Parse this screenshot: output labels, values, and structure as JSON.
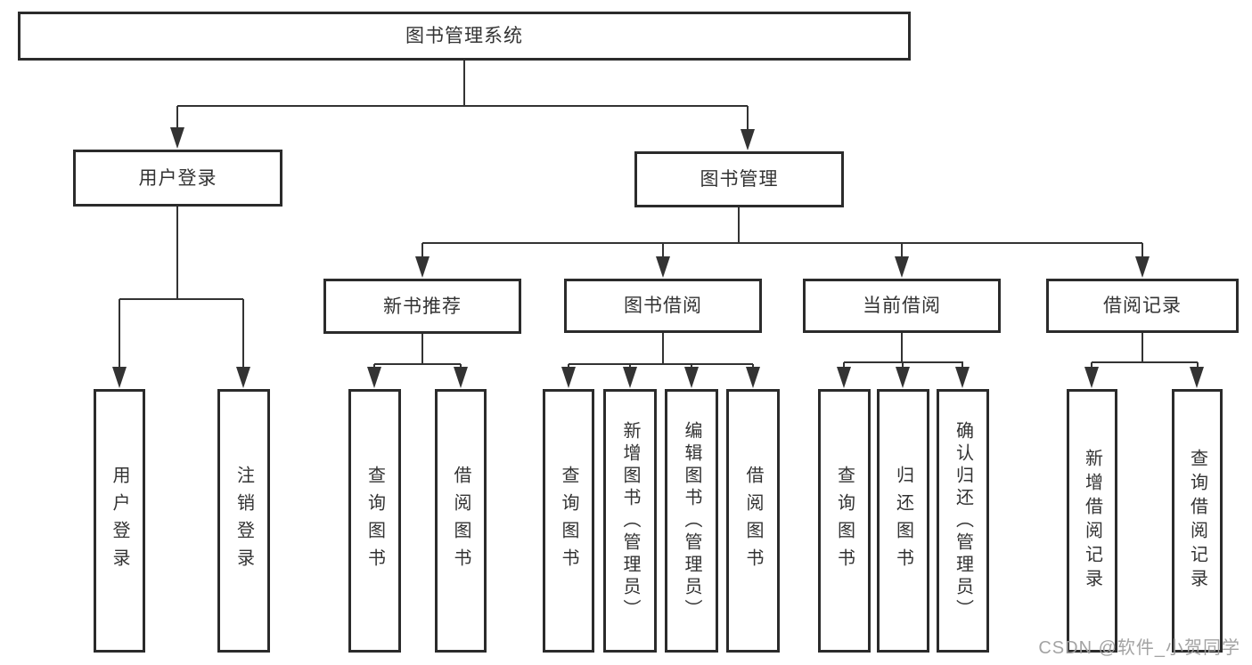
{
  "diagram": {
    "root": "图书管理系统",
    "branches": [
      {
        "label": "用户登录",
        "children": [
          "用户登录",
          "注销登录"
        ]
      },
      {
        "label": "图书管理",
        "children": [
          {
            "label": "新书推荐",
            "children": [
              "查询图书",
              "借阅图书"
            ]
          },
          {
            "label": "图书借阅",
            "children": [
              "查询图书",
              "新增图书（管理员）",
              "编辑图书（管理员）",
              "借阅图书"
            ]
          },
          {
            "label": "当前借阅",
            "children": [
              "查询图书",
              "归还图书",
              "确认归还（管理员）"
            ]
          },
          {
            "label": "借阅记录",
            "children": [
              "新增借阅记录",
              "查询借阅记录"
            ]
          }
        ]
      }
    ]
  },
  "watermark": {
    "text": "CSDN @软件_小贺同学"
  },
  "colors": {
    "line": "#333333",
    "box_border": "#2b2b2b",
    "text": "#333333",
    "watermark": "#9e9e9e"
  }
}
